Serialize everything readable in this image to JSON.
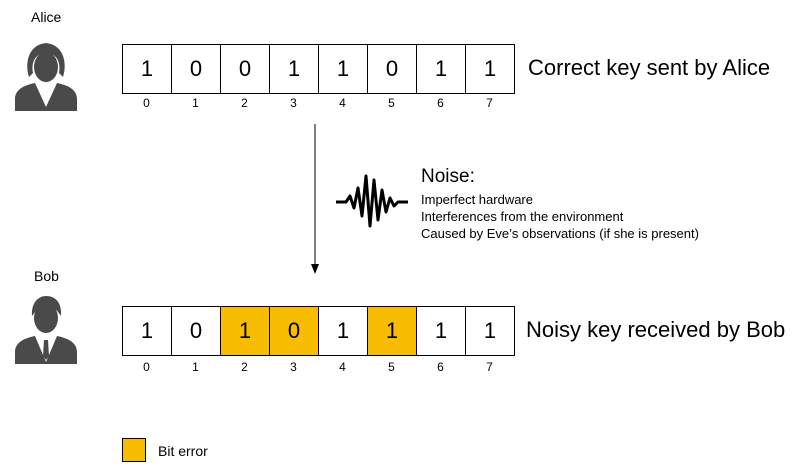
{
  "alice": {
    "name": "Alice",
    "bits": [
      "1",
      "0",
      "0",
      "1",
      "1",
      "0",
      "1",
      "1"
    ],
    "label": "Correct key sent by Alice"
  },
  "bob": {
    "name": "Bob",
    "bits": [
      "1",
      "0",
      "1",
      "0",
      "1",
      "1",
      "1",
      "1"
    ],
    "errors": [
      false,
      false,
      true,
      true,
      false,
      true,
      false,
      false
    ],
    "label": "Noisy key received by Bob"
  },
  "indices": [
    "0",
    "1",
    "2",
    "3",
    "4",
    "5",
    "6",
    "7"
  ],
  "noise": {
    "title": "Noise:",
    "items": [
      "Imperfect hardware",
      "Interferences from the environment",
      "Caused by Eve’s observations (if she is present)"
    ]
  },
  "legend": {
    "label": "Bit error",
    "color": "#f8bc01"
  },
  "colors": {
    "error": "#f8bc01",
    "avatar": "#4a4a4a"
  }
}
